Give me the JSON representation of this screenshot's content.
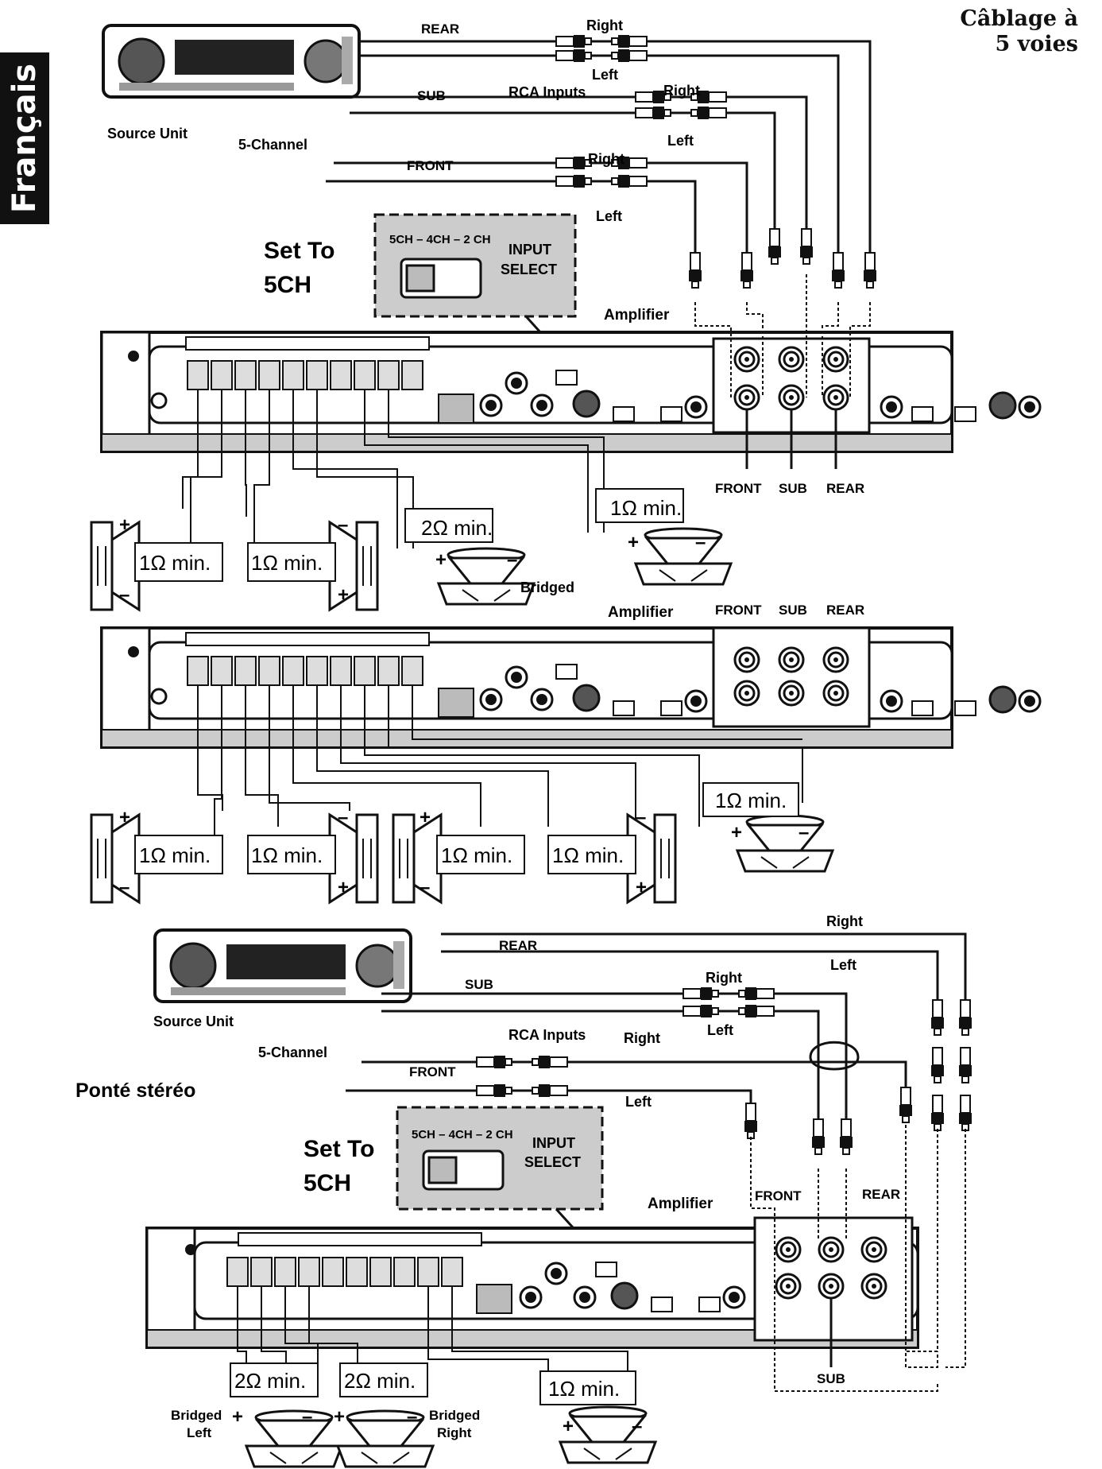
{
  "sidebar": {
    "language_tab": "Français"
  },
  "title": {
    "line1": "Câblage à",
    "line2": "5 voies"
  },
  "diagram1": {
    "source_unit": "Source Unit",
    "channel": "5-Channel",
    "rear": "REAR",
    "sub": "SUB",
    "front": "FRONT",
    "rca_inputs": "RCA Inputs",
    "right": "Right",
    "left": "Left",
    "set_to": "Set To",
    "set_to_value": "5CH",
    "switch_modes": "5CH – 4CH – 2 CH",
    "input_select_1": "INPUT",
    "input_select_2": "SELECT",
    "amplifier": "Amplifier",
    "front_label": "FRONT",
    "sub_label": "SUB",
    "rear_label": "REAR",
    "speakers": [
      {
        "rating": "1Ω min.",
        "plus": "+",
        "minus": "–"
      },
      {
        "rating": "1Ω min.",
        "plus": "+",
        "minus": "–"
      },
      {
        "rating": "2Ω min.",
        "plus": "+",
        "minus": "–"
      },
      {
        "rating": "1Ω min.",
        "plus": "+",
        "minus": "–"
      }
    ],
    "bridged": "Bridged"
  },
  "diagram2": {
    "amplifier": "Amplifier",
    "front": "FRONT",
    "sub": "SUB",
    "rear": "REAR",
    "speakers": [
      {
        "rating": "1Ω min."
      },
      {
        "rating": "1Ω min."
      },
      {
        "rating": "1Ω min."
      },
      {
        "rating": "1Ω min."
      },
      {
        "rating": "1Ω min."
      }
    ]
  },
  "diagram3": {
    "heading": "Ponté stéréo",
    "source_unit": "Source Unit",
    "channel": "5-Channel",
    "rear": "REAR",
    "sub": "SUB",
    "front": "FRONT",
    "rca_inputs": "RCA Inputs",
    "right": "Right",
    "left": "Left",
    "set_to": "Set To",
    "set_to_value": "5CH",
    "switch_modes": "5CH – 4CH – 2 CH",
    "input_select_1": "INPUT",
    "input_select_2": "SELECT",
    "amplifier": "Amplifier",
    "front_label": "FRONT",
    "rear_label": "REAR",
    "sub_label": "SUB",
    "speakers": [
      {
        "rating": "2Ω min."
      },
      {
        "rating": "2Ω min."
      },
      {
        "rating": "1Ω min."
      }
    ],
    "bridged_left_1": "Bridged",
    "bridged_left_2": "Left",
    "bridged_right_1": "Bridged",
    "bridged_right_2": "Right"
  }
}
